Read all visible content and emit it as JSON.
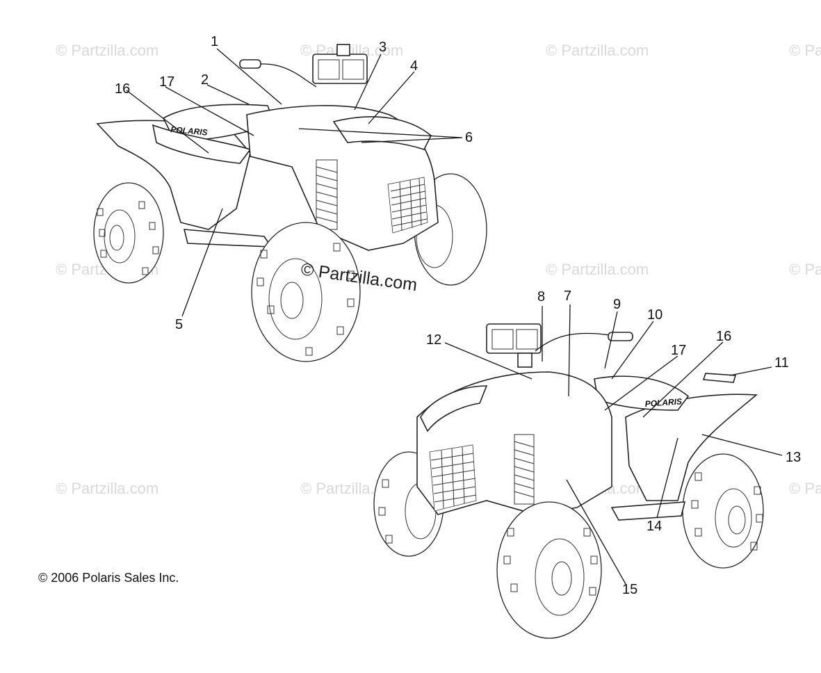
{
  "watermark": {
    "text": "© Partzilla.com",
    "center_text": "© Partzilla.com"
  },
  "diagram": {
    "copyright": "© 2006 Polaris Sales Inc.",
    "brand_text": "POLARIS",
    "callouts": [
      "1",
      "2",
      "3",
      "4",
      "5",
      "6",
      "7",
      "8",
      "9",
      "10",
      "11",
      "12",
      "13",
      "14",
      "15",
      "16",
      "17",
      "16",
      "17"
    ]
  }
}
